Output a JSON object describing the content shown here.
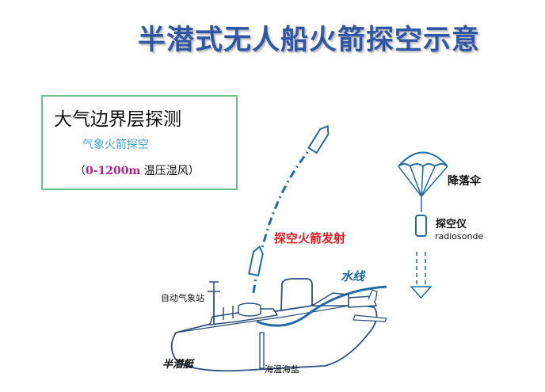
{
  "title": "半潜式无人船火箭探空示意",
  "info_box": {
    "heading": "大气边界层探测",
    "subheading": "气象火箭探空",
    "note_prefix": "（",
    "note_range": "0-1200m",
    "note_suffix": " 温压湿风）"
  },
  "labels": {
    "rocket_launch": "探空火箭发射",
    "waterline": "水线",
    "parachute": "降落伞",
    "radiosonde_cn": "探空仪",
    "radiosonde_en": "radiosonde",
    "weather_station": "自动气象站",
    "vessel": "半潜艇",
    "sea_temp_salinity": "海温海盐"
  },
  "colors": {
    "title": "#2f57a6",
    "box_border": "#6fc08a",
    "box_subheading": "#3fa6cf",
    "range_highlight": "#b0238d",
    "launch_label": "#e21b24",
    "trajectory": "#1f6aa8",
    "waterline": "#1f6aa8",
    "outline": "#1f6aa8"
  }
}
